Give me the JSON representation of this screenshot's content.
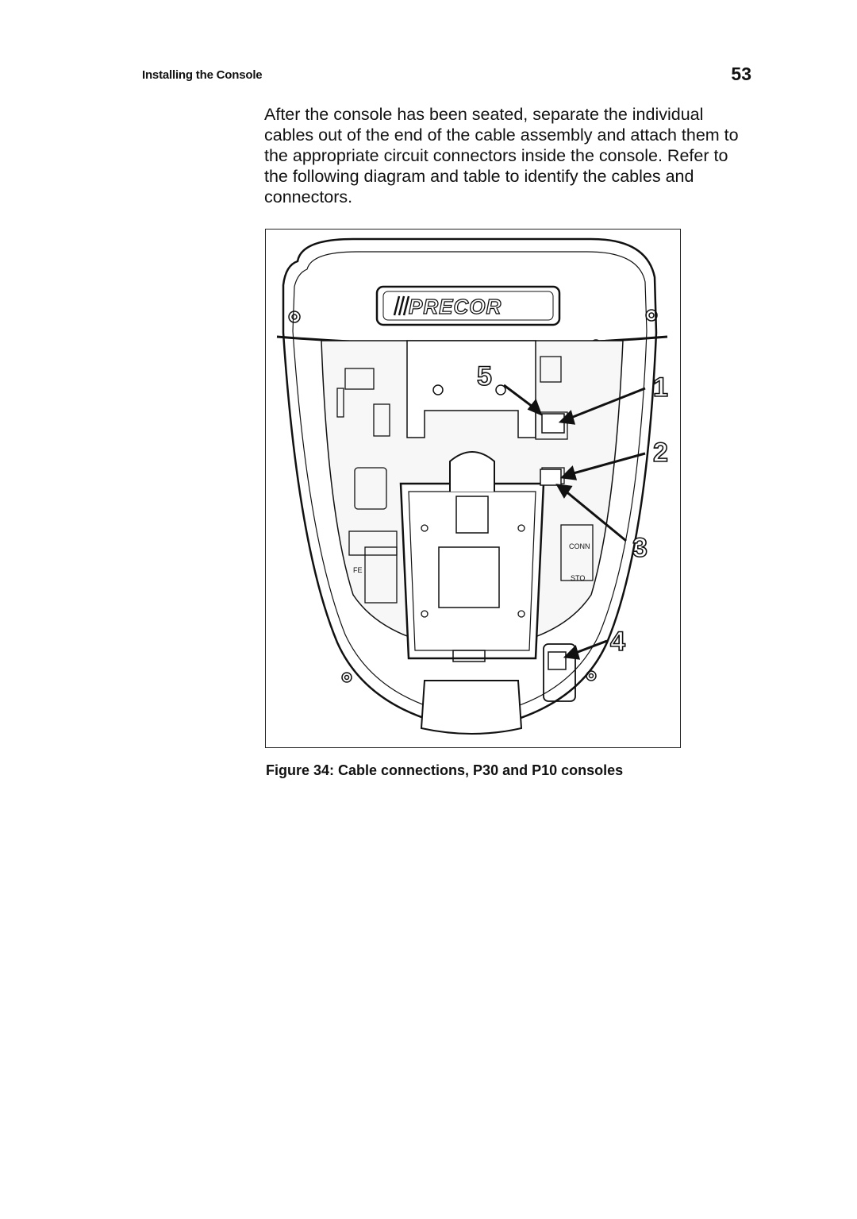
{
  "header": {
    "section_title": "Installing the Console",
    "page_number": "53"
  },
  "body": {
    "paragraph": "After the console has been seated, separate the individual cables out of the end of the cable assembly and attach them to the appropriate circuit connectors inside the console. Refer to the following diagram and table to identify the cables and connectors."
  },
  "figure": {
    "brand_logo_text": "PRECOR",
    "callouts": [
      "1",
      "2",
      "3",
      "4",
      "5"
    ],
    "panel_labels": [
      "CONN",
      "STO",
      "FE"
    ],
    "caption": "Figure 34: Cable connections, P30 and P10 consoles"
  }
}
